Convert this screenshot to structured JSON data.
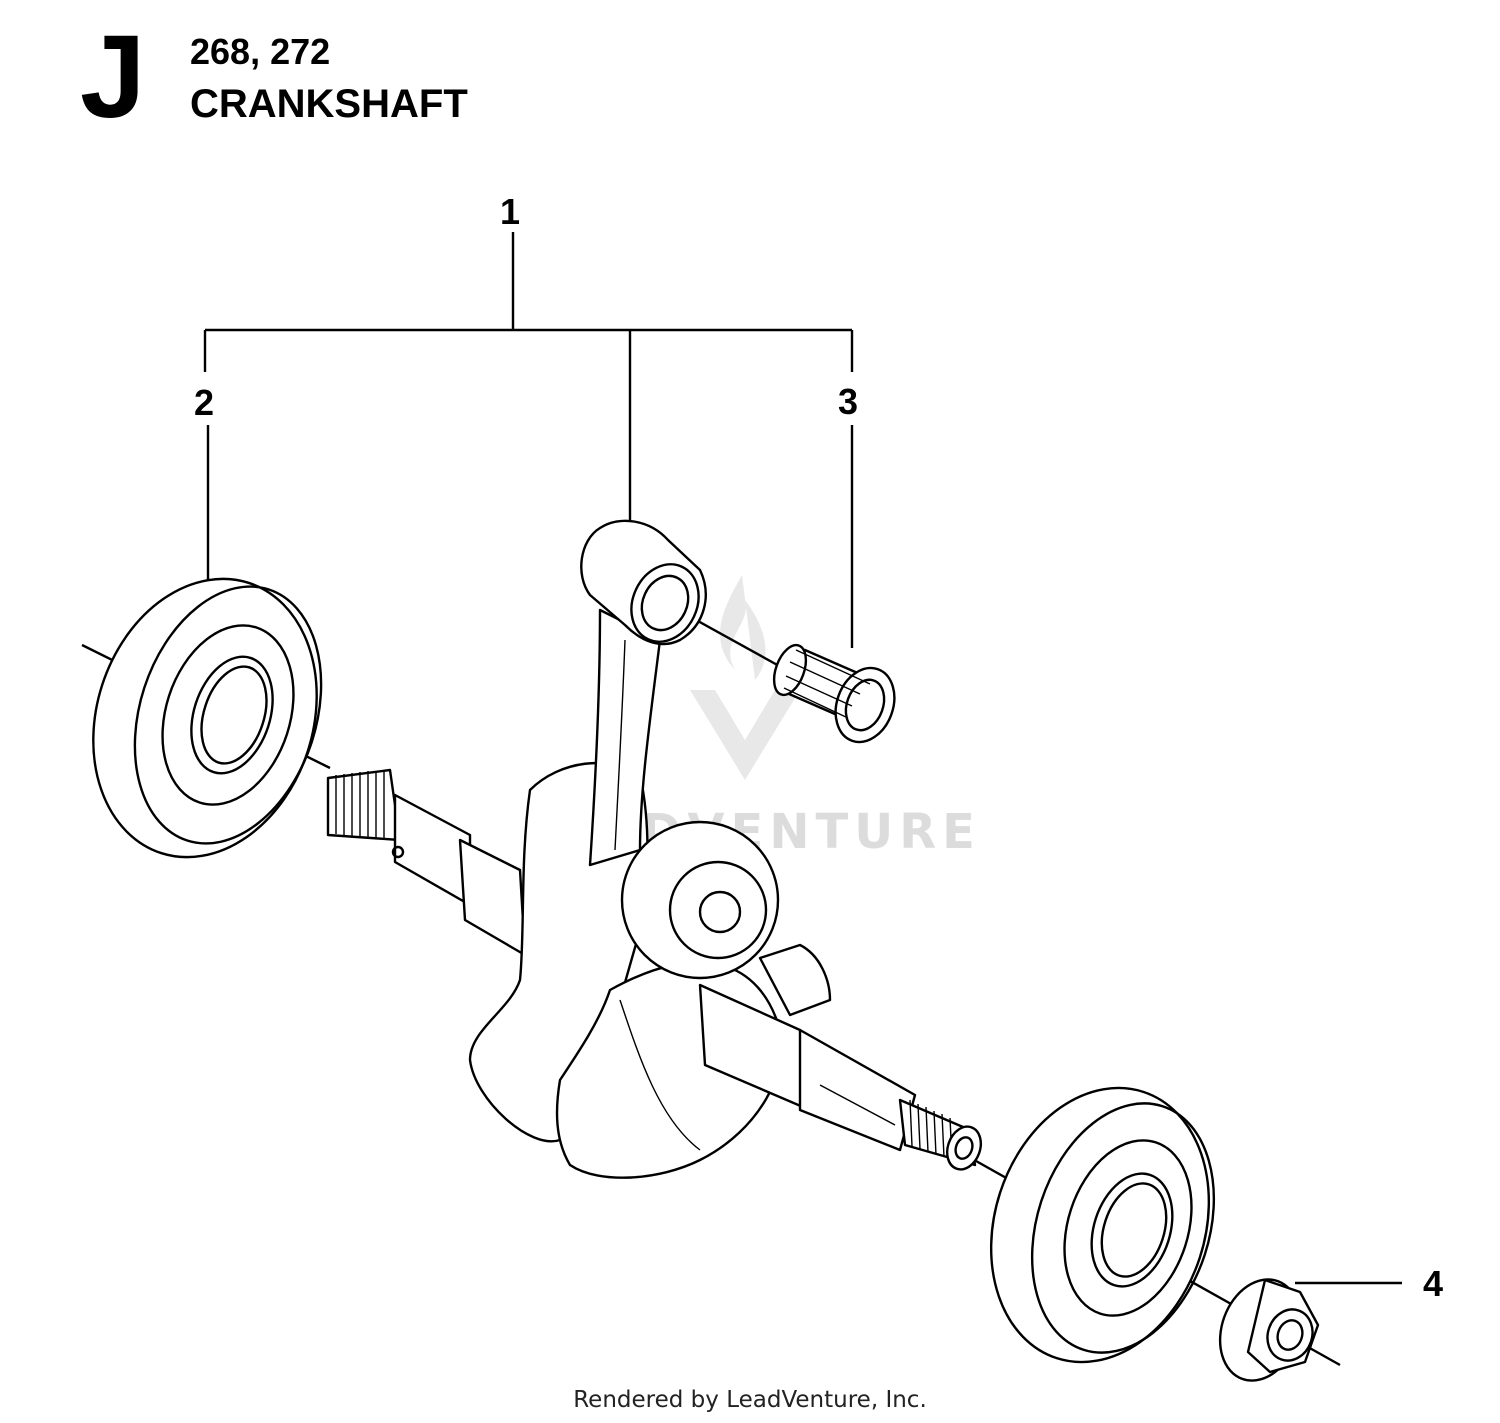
{
  "header": {
    "section_letter": "J",
    "models": "268, 272",
    "title": "CRANKSHAFT"
  },
  "callouts": [
    {
      "label": "1",
      "part": "crankshaft-assembly"
    },
    {
      "label": "2",
      "part": "main-ball-bearing-left"
    },
    {
      "label": "3",
      "part": "needle-bearing"
    },
    {
      "label": "4",
      "part": "flange-nut"
    }
  ],
  "watermark": "LEADVENTURE",
  "footer": "Rendered by LeadVenture, Inc.",
  "colors": {
    "line": "#000000",
    "watermark": "#d9d9d9",
    "background": "#ffffff"
  }
}
